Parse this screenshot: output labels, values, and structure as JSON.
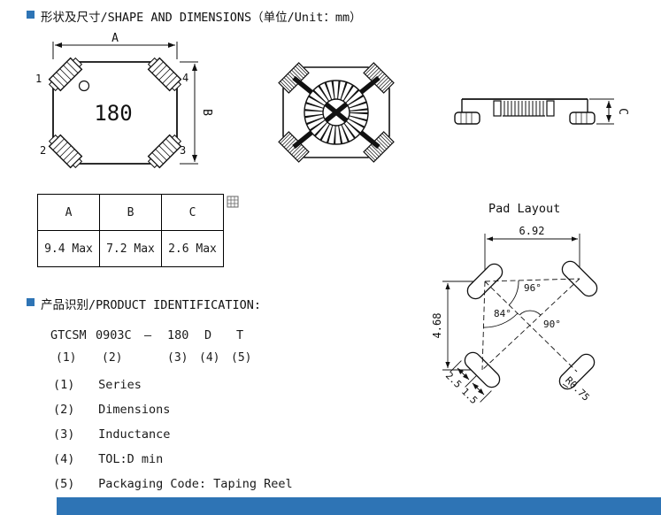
{
  "colors": {
    "accent": "#2E74B5",
    "ink": "#1A1A1A"
  },
  "sections": {
    "shape": {
      "title": "形状及尺寸/SHAPE AND DIMENSIONS（单位/Unit：mm）"
    },
    "identification": {
      "title": "产品识别/PRODUCT IDENTIFICATION:"
    }
  },
  "top_view": {
    "marking": "180",
    "dim_width_label": "A",
    "dim_height_label": "B",
    "pin_1": "1",
    "pin_2": "2",
    "pin_3": "3",
    "pin_4": "4"
  },
  "side_view": {
    "dim_thickness_label": "C"
  },
  "dimensions_table": {
    "headers": [
      "A",
      "B",
      "C"
    ],
    "values": [
      "9.4 Max",
      "7.2 Max",
      "2.6 Max"
    ]
  },
  "pad_layout": {
    "title": "Pad Layout",
    "dim_width": "6.92",
    "dim_height": "4.68",
    "angle_top": "96°",
    "angle_left": "84°",
    "angle_center": "90°",
    "dim_pitch": "2.5",
    "dim_pad_width": "1.5",
    "pad_radius": "R0.75"
  },
  "part_number": {
    "segments": [
      {
        "text": "GTCSM",
        "index": "(1)"
      },
      {
        "text": "0903C",
        "index": "(2)"
      },
      {
        "text": "—",
        "index": ""
      },
      {
        "text": "180",
        "index": "(3)"
      },
      {
        "text": "D",
        "index": "(4)"
      },
      {
        "text": "T",
        "index": "(5)"
      }
    ]
  },
  "legend": {
    "items": [
      {
        "index": "(1)",
        "text": "Series"
      },
      {
        "index": "(2)",
        "text": "Dimensions"
      },
      {
        "index": "(3)",
        "text": "Inductance"
      },
      {
        "index": "(4)",
        "text": "TOL:D min"
      },
      {
        "index": "(5)",
        "text": "Packaging Code: Taping Reel"
      }
    ]
  }
}
